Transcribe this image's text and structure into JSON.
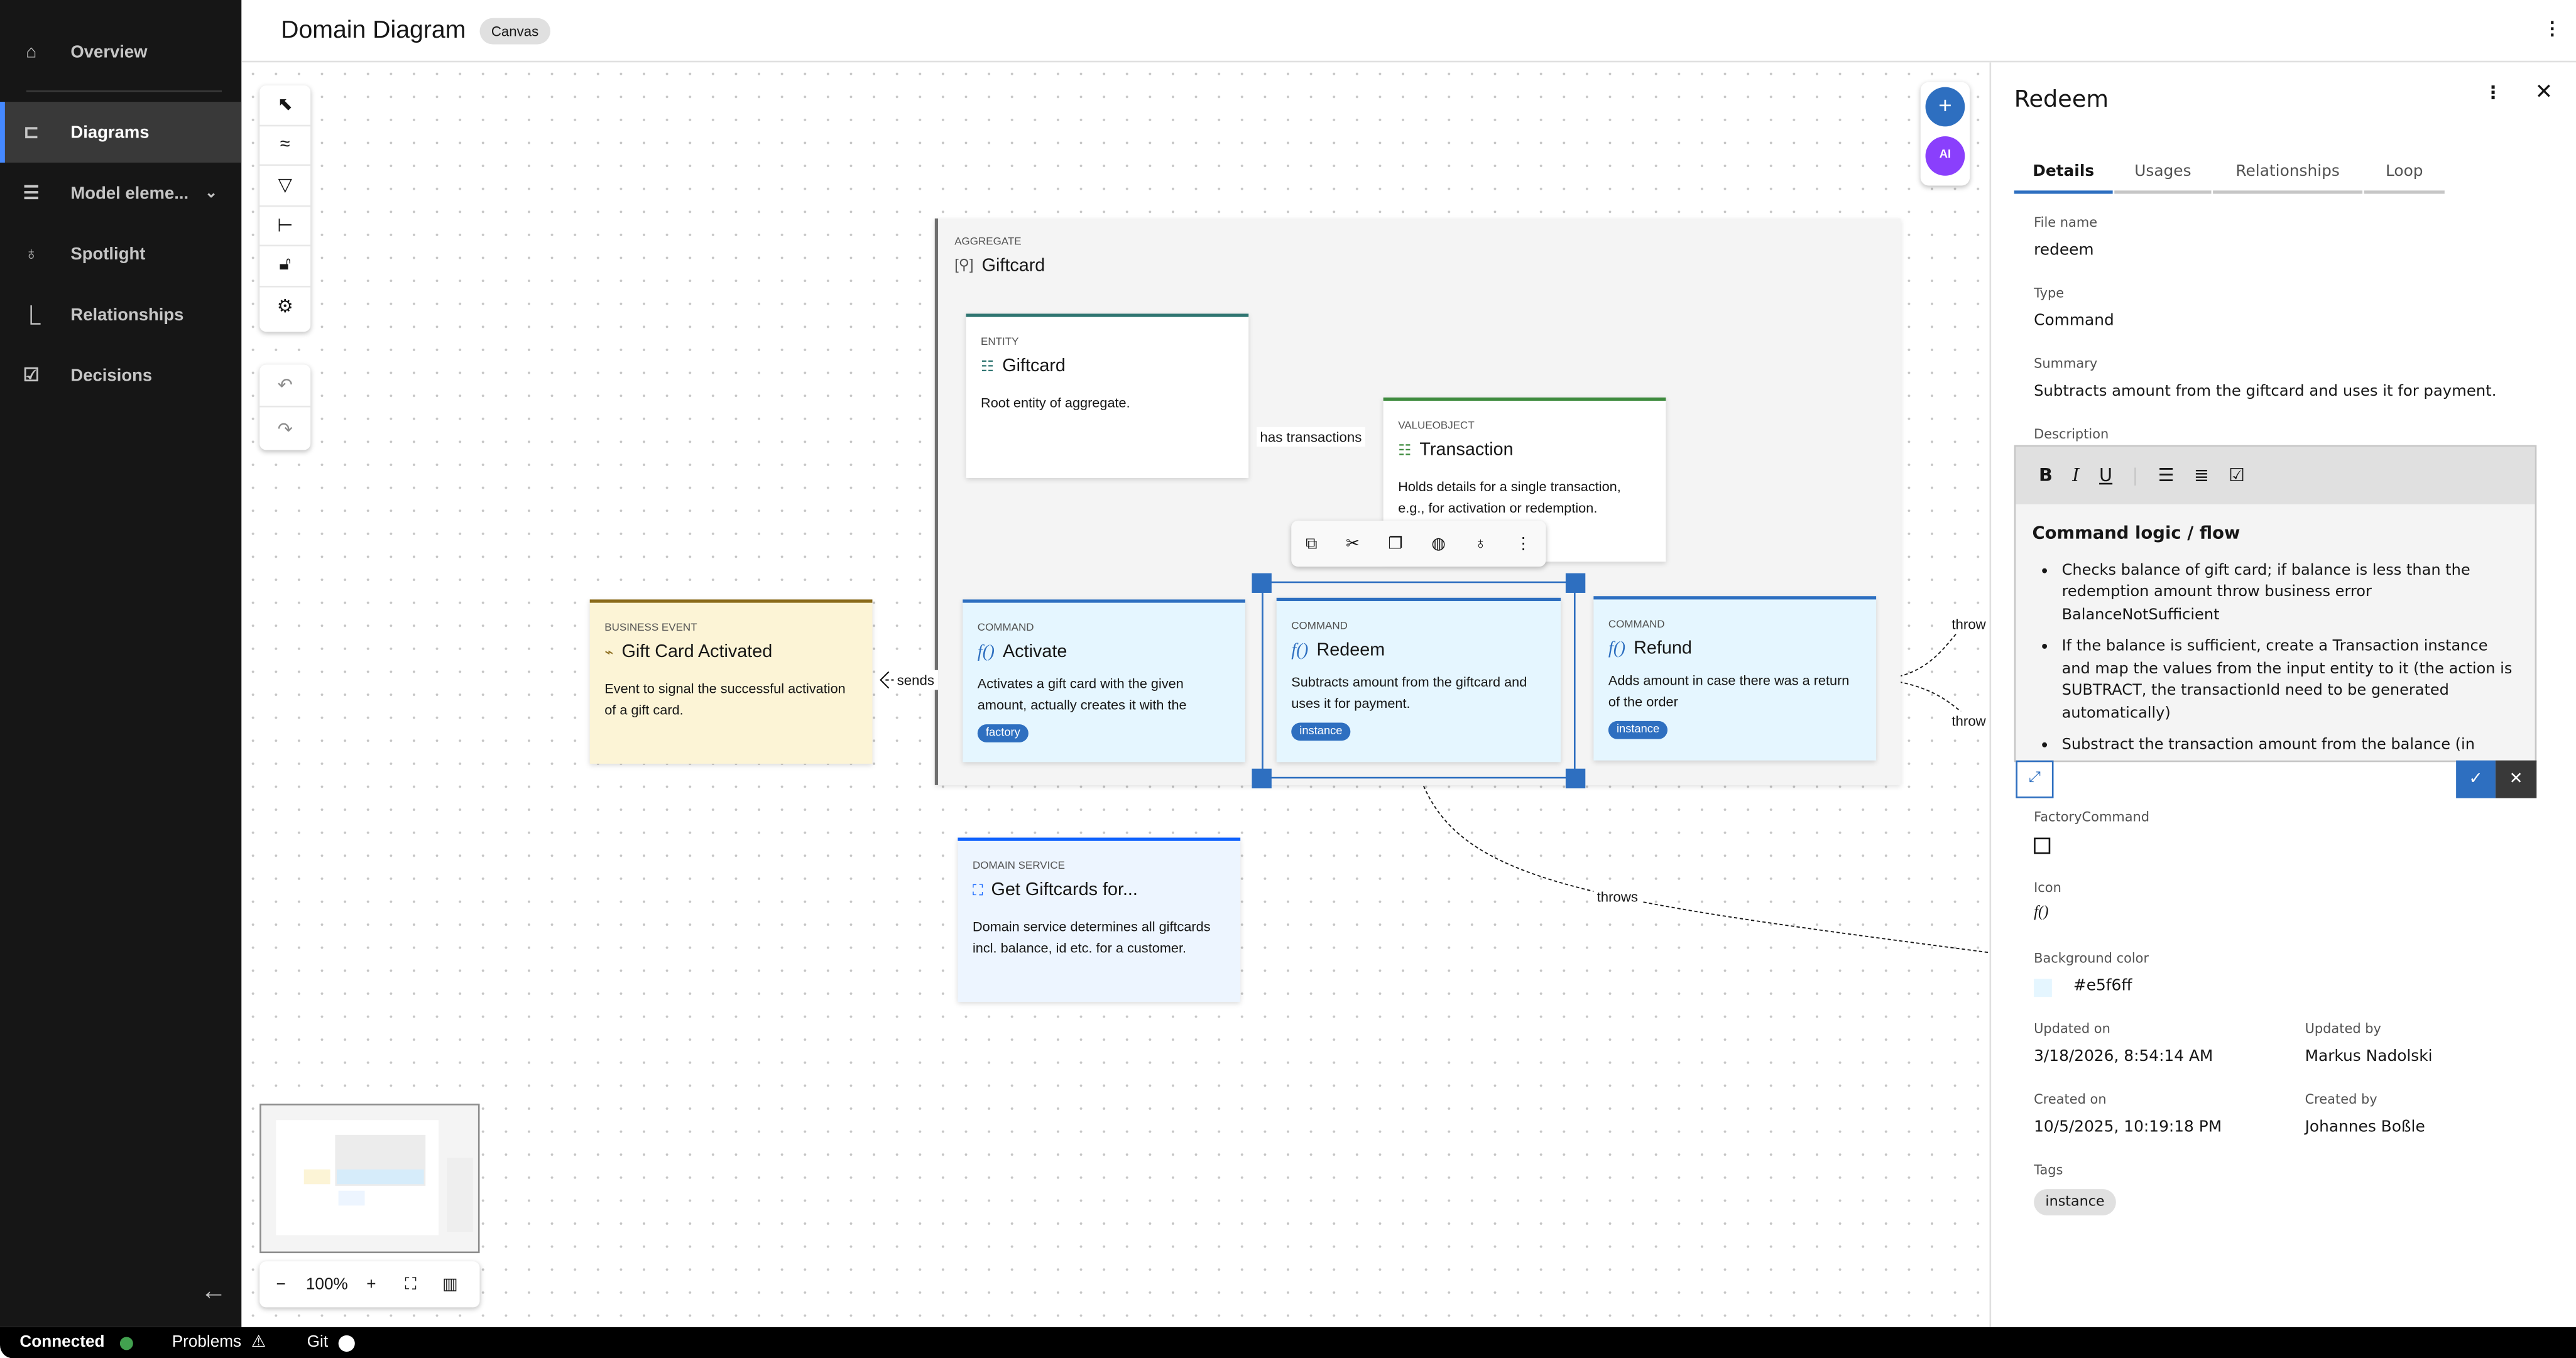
{
  "sidebar": {
    "items": [
      {
        "label": "Overview",
        "icon": "home-icon"
      },
      {
        "label": "Diagrams",
        "icon": "diagram-icon",
        "active": true
      },
      {
        "label": "Model eleme...",
        "icon": "list-icon"
      },
      {
        "label": "Spotlight",
        "icon": "lightbulb-icon"
      },
      {
        "label": "Relationships",
        "icon": "relationship-icon"
      },
      {
        "label": "Decisions",
        "icon": "checkbox-icon"
      }
    ]
  },
  "status": {
    "connected": "Connected",
    "connected_color": "#42a14f",
    "problems": "Problems",
    "git": "Git"
  },
  "header": {
    "title": "Domain Diagram",
    "badge": "Canvas"
  },
  "canvas": {
    "aggregate": {
      "kind": "AGGREGATE",
      "title": "Giftcard"
    },
    "nodes": {
      "entity": {
        "kind": "ENTITY",
        "title": "Giftcard",
        "desc": "Root entity of aggregate.",
        "color": "#2f7571"
      },
      "valueobject": {
        "kind": "VALUEOBJECT",
        "title": "Transaction",
        "desc": "Holds details for a single transaction, e.g., for activation or redemption.",
        "color": "#3d8a3d"
      },
      "activate": {
        "kind": "COMMAND",
        "title": "Activate",
        "desc": "Activates a gift card with the given amount, actually creates it with the",
        "tag": "factory"
      },
      "redeem": {
        "kind": "COMMAND",
        "title": "Redeem",
        "desc": "Subtracts amount from the giftcard and uses it for payment.",
        "tag": "instance"
      },
      "refund": {
        "kind": "COMMAND",
        "title": "Refund",
        "desc": "Adds amount in case there was a return of the order",
        "tag": "instance"
      },
      "event": {
        "kind": "BUSINESS EVENT",
        "title": "Gift Card Activated",
        "desc": "Event to signal the successful activation of a gift card.",
        "color": "#8a6a1a"
      },
      "service": {
        "kind": "DOMAIN SERVICE",
        "title": "Get Giftcards for...",
        "desc": "Domain service determines all giftcards incl. balance, id etc. for a customer.",
        "color": "#0f62fe"
      }
    },
    "edges": {
      "has_transactions": "has transactions",
      "sends": "sends",
      "throw1": "throw",
      "throw2": "throw",
      "throws": "throws"
    },
    "zoom": "100%",
    "command_color": "#e5f6ff"
  },
  "panel": {
    "title": "Redeem",
    "tabs": [
      "Details",
      "Usages",
      "Relationships",
      "Loop"
    ],
    "file_name_label": "File name",
    "file_name": "redeem",
    "type_label": "Type",
    "type": "Command",
    "summary_label": "Summary",
    "summary": "Subtracts amount from the giftcard and uses it for payment.",
    "description_label": "Description",
    "description": {
      "heading": "Command logic / flow",
      "bullets": [
        "Checks balance of gift card; if balance is less than the redemption amount throw business error BalanceNotSufficient",
        "If the balance is sufficient, create a Transaction instance and map the values from the input entity to it (the action is SUBTRACT, the transactionId need to be generated automatically)",
        "Substract the transaction amount from the balance (in"
      ]
    },
    "factory_label": "FactoryCommand",
    "factory_checked": false,
    "icon_label": "Icon",
    "icon_value": "f()",
    "bg_label": "Background color",
    "bg_value": "#e5f6ff",
    "updated_on_label": "Updated on",
    "updated_on": "3/18/2026, 8:54:14 AM",
    "updated_by_label": "Updated by",
    "updated_by": "Markus Nadolski",
    "created_on_label": "Created on",
    "created_on": "10/5/2025, 10:19:18 PM",
    "created_by_label": "Created by",
    "created_by": "Johannes Boßle",
    "tags_label": "Tags",
    "tags": [
      "instance"
    ]
  }
}
